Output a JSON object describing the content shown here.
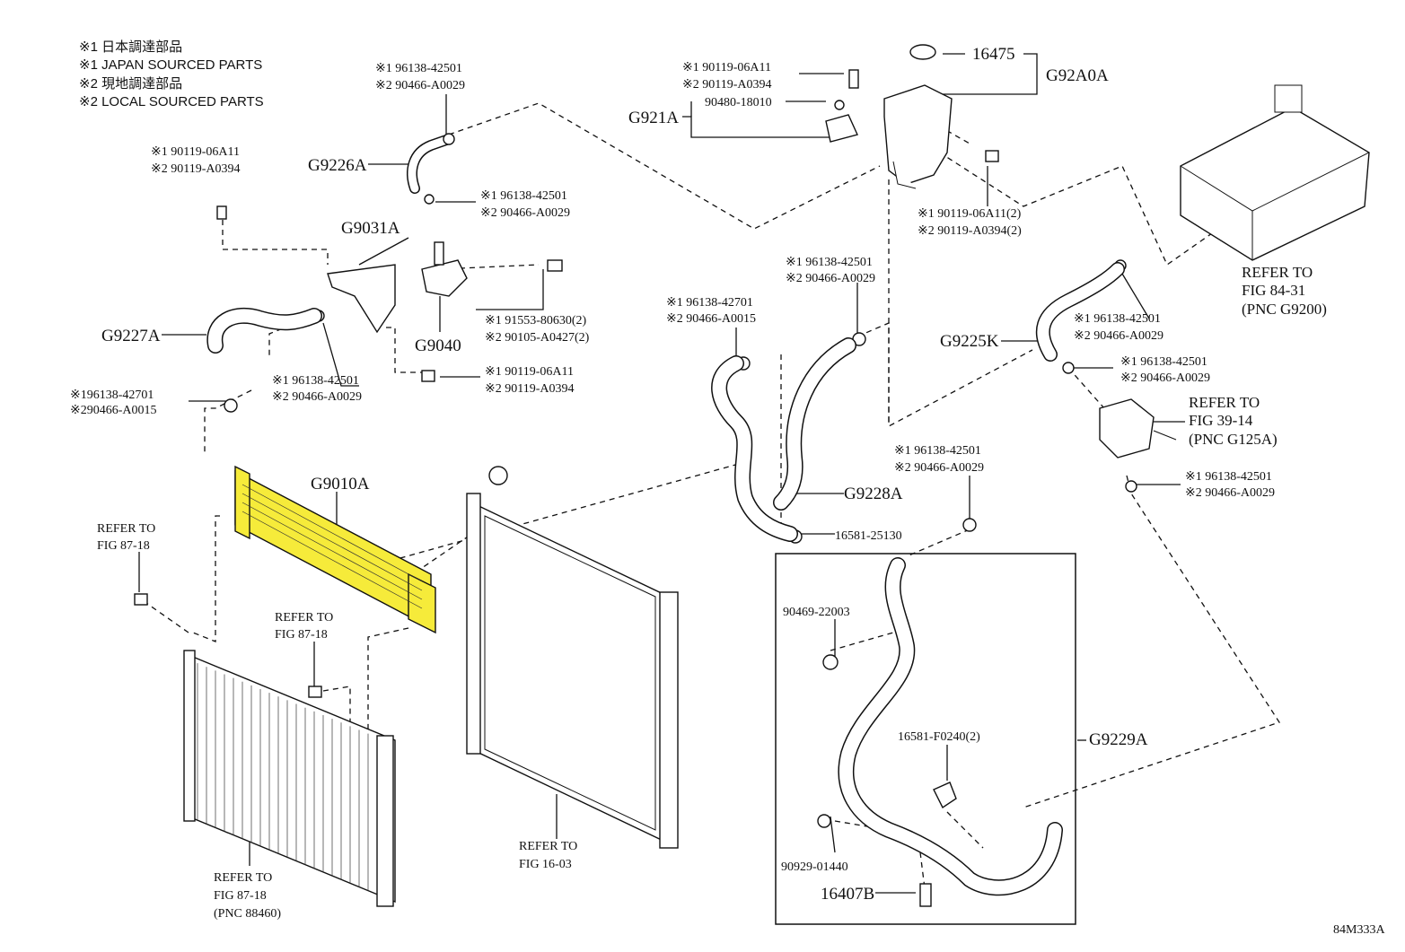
{
  "notes": [
    "※1 日本調達部品",
    "※1 JAPAN SOURCED PARTS",
    "※2 現地調達部品",
    "※2 LOCAL SOURCED PARTS"
  ],
  "labels": {
    "l1_1": "※1 96138-42501",
    "l1_2": "※2 90466-A0029",
    "l2_1": "※1 90119-06A11",
    "l2_2": "※2 90119-A0394",
    "l3": "G9226A",
    "l4_1": "※1 96138-42501",
    "l4_2": "※2 90466-A0029",
    "l5": "G9031A",
    "l6": "G9227A",
    "l7_1": "※1 91553-80630(2)",
    "l7_2": "※2 90105-A0427(2)",
    "l8": "G9040",
    "l9_1": "※1 96138-42501",
    "l9_2": "※2 90466-A0029",
    "l10_1": "※1 90119-06A11",
    "l10_2": "※2 90119-A0394",
    "l11_1": "※196138-42701",
    "l11_2": "※290466-A0015",
    "l12": "G9010A",
    "l13_1": "REFER TO",
    "l13_2": "FIG 87-18",
    "l14_1": "REFER TO",
    "l14_2": "FIG 87-18",
    "l15_1": "REFER TO",
    "l15_2": "FIG 87-18",
    "l15_3": "(PNC 88460)",
    "l16_1": "REFER TO",
    "l16_2": "FIG 16-03",
    "l17": "16475",
    "l18": "G92A0A",
    "l19_1": "※1 90119-06A11",
    "l19_2": "※2 90119-A0394",
    "l20": "90480-18010",
    "l21": "G921A",
    "l22_1": "※1 90119-06A11(2)",
    "l22_2": "※2 90119-A0394(2)",
    "l23_1": "※1 96138-42501",
    "l23_2": "※2 90466-A0029",
    "l24_1": "※1 96138-42701",
    "l24_2": "※2 90466-A0015",
    "l25": "G9228A",
    "l26": "16581-25130",
    "l27_1": "※1 96138-42501",
    "l27_2": "※2 90466-A0029",
    "l28": "G9225K",
    "l29_1": "※1 96138-42501",
    "l29_2": "※2 90466-A0029",
    "l30_1": "※1 96138-42501",
    "l30_2": "※2 90466-A0029",
    "l31_1": "REFER TO",
    "l31_2": "FIG 84-31",
    "l31_3": "(PNC G9200)",
    "l32_1": "REFER TO",
    "l32_2": "FIG 39-14",
    "l32_3": "(PNC G125A)",
    "l33_1": "※1 96138-42501",
    "l33_2": "※2 90466-A0029",
    "l34": "90469-22003",
    "l35": "16581-F0240(2)",
    "l36": "G9229A",
    "l37": "90929-01440",
    "l38": "16407B",
    "l39": "84M333A"
  },
  "colors": {
    "highlight": "#f6eb3a",
    "ink": "#111111",
    "background": "#ffffff"
  }
}
